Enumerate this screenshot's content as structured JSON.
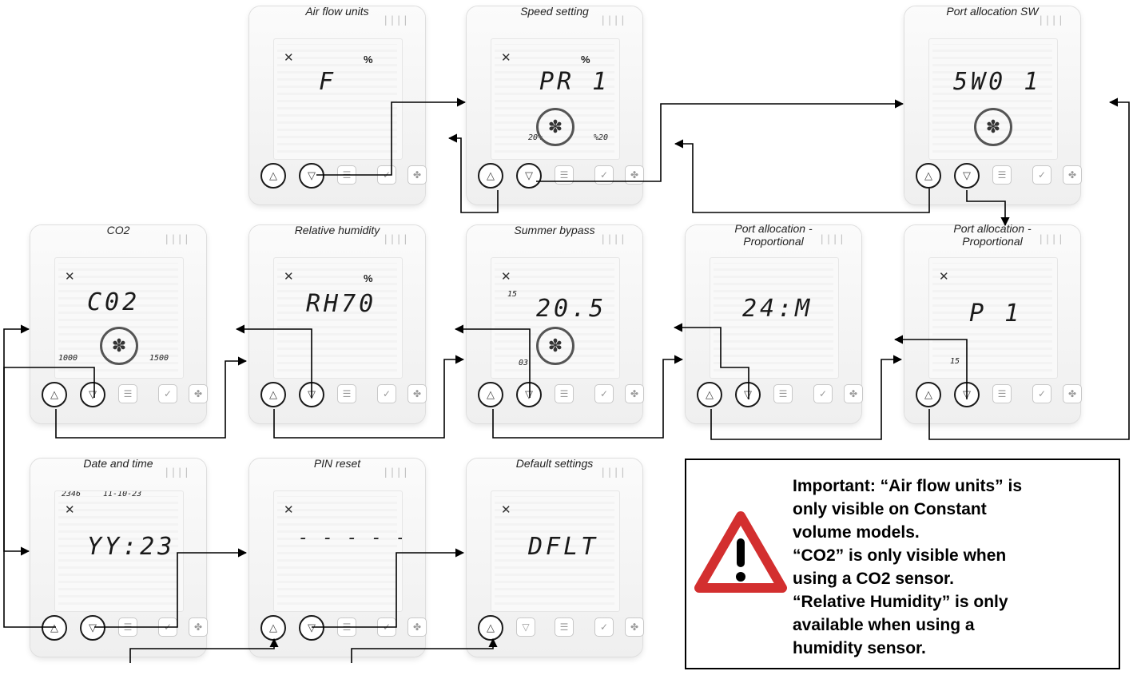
{
  "panels": [
    {
      "id": "air-flow-units",
      "title": "Air flow units",
      "main": "F",
      "pct": "%",
      "fan": true,
      "small": []
    },
    {
      "id": "speed-setting",
      "title": "Speed setting",
      "main": "PR 1",
      "pct": "%",
      "fan": true,
      "small": [
        "20%",
        "%20"
      ]
    },
    {
      "id": "port-allocation-sw",
      "title": "Port allocation SW",
      "main": "5W0 1",
      "pct": "",
      "fan": false,
      "small": []
    },
    {
      "id": "co2",
      "title": "CO2",
      "main": "C02",
      "pct": "",
      "fan": true,
      "small": [
        "1000",
        "1500"
      ]
    },
    {
      "id": "relative-humidity",
      "title": "Relative humidity",
      "main": "RH70",
      "pct": "%",
      "fan": true,
      "small": []
    },
    {
      "id": "summer-bypass",
      "title": "Summer bypass",
      "main": "20.5",
      "pct": "",
      "fan": true,
      "small": [
        "15",
        "03"
      ]
    },
    {
      "id": "port-allocation-proportional-1",
      "title": "Port allocation - Proportional",
      "main": "24:M",
      "pct": "",
      "fan": false,
      "small": []
    },
    {
      "id": "port-allocation-proportional-2",
      "title": "Port allocation - Proportional",
      "main": "P 1",
      "pct": "",
      "fan": true,
      "small": [
        "15"
      ]
    },
    {
      "id": "date-and-time",
      "title": "Date and time",
      "main": "YY:23",
      "pct": "",
      "fan": true,
      "small": [
        "2346",
        "11-10-23"
      ]
    },
    {
      "id": "pin-reset",
      "title": "PIN reset",
      "main": "- - - - -",
      "pct": "",
      "fan": true,
      "small": []
    },
    {
      "id": "default-settings",
      "title": "Default settings",
      "main": "DFLT",
      "pct": "",
      "fan": true,
      "small": []
    }
  ],
  "buttons": [
    "up",
    "down",
    "menu",
    "confirm",
    "fan"
  ],
  "icons": {
    "up": "up-triangle-icon",
    "down": "down-triangle-icon",
    "menu": "menu-icon",
    "confirm": "checkmark-icon",
    "fan": "fan-icon"
  },
  "notice": {
    "lines": [
      "Important: “Air flow units” is",
      "only visible on Constant",
      "volume models.",
      "“CO2” is only visible when",
      "using a CO2 sensor.",
      "“Relative Humidity” is only",
      "available when using a",
      "humidity sensor."
    ],
    "icon": "warning-triangle-icon",
    "warning_color": "#d32f2f"
  }
}
